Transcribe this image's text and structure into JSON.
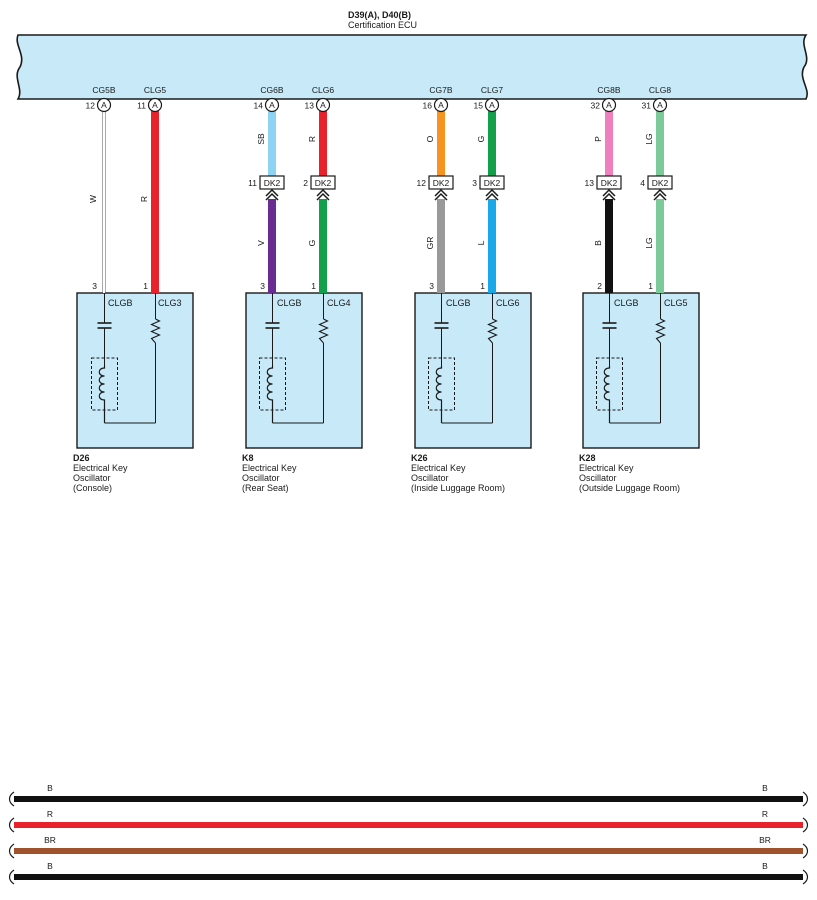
{
  "colors": {
    "ecu_fill": "#c7e9f8",
    "box_fill": "#c7e9f8",
    "outline": "#1a1a1a",
    "W": "#d9d9d9",
    "R": "#e8212b",
    "SB": "#8fd3f4",
    "V": "#6a2c91",
    "G": "#12a04a",
    "O": "#f7931e",
    "GR": "#999999",
    "L": "#1aa8e8",
    "P": "#f07fbd",
    "B": "#111111",
    "LG": "#7cc99a",
    "BR": "#a0522d"
  },
  "ecu": {
    "connectors": "D39(A), D40(B)",
    "name": "Certification ECU"
  },
  "circuits": [
    {
      "oscillator": {
        "code": "D26",
        "desc1": "Electrical Key",
        "desc2": "Oscillator",
        "desc3": "(Console)",
        "label_left": "CLGB",
        "label_right": "CLG3"
      },
      "wires": [
        {
          "signal": "CG5B",
          "ecu_pin": "12",
          "connector": "A",
          "color": "W",
          "osc_pin": "3"
        },
        {
          "signal": "CLG5",
          "ecu_pin": "11",
          "connector": "A",
          "color": "R",
          "osc_pin": "1"
        }
      ]
    },
    {
      "oscillator": {
        "code": "K8",
        "desc1": "Electrical Key",
        "desc2": "Oscillator",
        "desc3": "(Rear Seat)",
        "label_left": "CLGB",
        "label_right": "CLG4"
      },
      "wires": [
        {
          "signal": "CG6B",
          "ecu_pin": "14",
          "connector": "A",
          "color": "SB",
          "junction": "DK2",
          "junction_pin": "11",
          "color2": "V",
          "osc_pin": "3"
        },
        {
          "signal": "CLG6",
          "ecu_pin": "13",
          "connector": "A",
          "color": "R",
          "junction": "DK2",
          "junction_pin": "2",
          "color2": "G",
          "osc_pin": "1"
        }
      ]
    },
    {
      "oscillator": {
        "code": "K26",
        "desc1": "Electrical Key",
        "desc2": "Oscillator",
        "desc3": "(Inside Luggage Room)",
        "label_left": "CLGB",
        "label_right": "CLG6"
      },
      "wires": [
        {
          "signal": "CG7B",
          "ecu_pin": "16",
          "connector": "A",
          "color": "O",
          "junction": "DK2",
          "junction_pin": "12",
          "color2": "GR",
          "osc_pin": "3"
        },
        {
          "signal": "CLG7",
          "ecu_pin": "15",
          "connector": "A",
          "color": "G",
          "junction": "DK2",
          "junction_pin": "3",
          "color2": "L",
          "osc_pin": "1"
        }
      ]
    },
    {
      "oscillator": {
        "code": "K28",
        "desc1": "Electrical Key",
        "desc2": "Oscillator",
        "desc3": "(Outside Luggage Room)",
        "label_left": "CLGB",
        "label_right": "CLG5"
      },
      "wires": [
        {
          "signal": "CG8B",
          "ecu_pin": "32",
          "connector": "A",
          "color": "P",
          "junction": "DK2",
          "junction_pin": "13",
          "color2": "B",
          "osc_pin": "2"
        },
        {
          "signal": "CLG8",
          "ecu_pin": "31",
          "connector": "A",
          "color": "LG",
          "junction": "DK2",
          "junction_pin": "4",
          "color2": "LG",
          "osc_pin": "1"
        }
      ]
    }
  ],
  "bottom_wires": [
    {
      "color": "B"
    },
    {
      "color": "R"
    },
    {
      "color": "BR"
    },
    {
      "color": "B"
    }
  ]
}
